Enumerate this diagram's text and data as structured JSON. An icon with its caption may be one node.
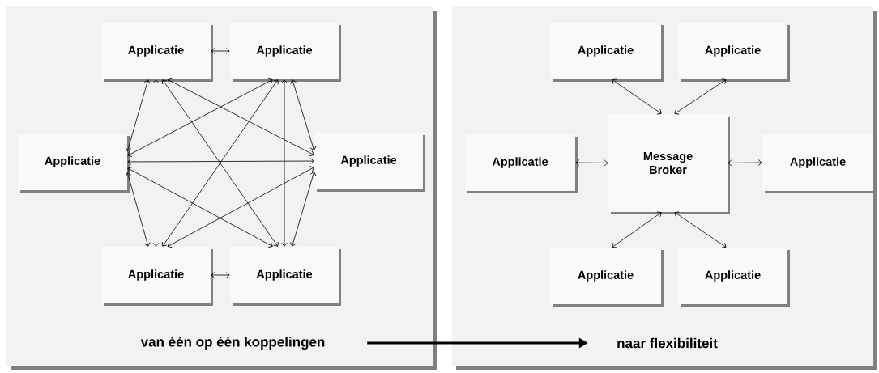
{
  "diagram": {
    "nodes": [
      {
        "text": [],
        "shape": "box"
      },
      {
        "text": [
          "Applicatie"
        ],
        "in": 0
      },
      {
        "text": [
          "Applicatie"
        ],
        "in": 0
      },
      {
        "text": [
          "Applicatie"
        ],
        "in": 0
      },
      {
        "text": [
          "Applicatie"
        ],
        "in": 0
      },
      {
        "text": [
          "Applicatie"
        ],
        "in": 0
      },
      {
        "text": [
          "Applicatie"
        ],
        "in": 0
      },
      {
        "text": [
          "van één op één koppelingen"
        ],
        "in": 0
      },
      {
        "text": [],
        "shape": "box"
      },
      {
        "text": [
          "Applicatie"
        ],
        "in": 8
      },
      {
        "text": [
          "Applicatie"
        ],
        "in": 8
      },
      {
        "text": [
          "Applicatie"
        ],
        "in": 8
      },
      {
        "text": [
          "Message Broker"
        ],
        "in": 8
      },
      {
        "text": [
          "Applicatie"
        ],
        "in": 8
      },
      {
        "text": [
          "Applicatie"
        ],
        "in": 8
      },
      {
        "text": [
          "Applicatie"
        ],
        "in": 8
      },
      {
        "text": [
          "naar flexibiliteit"
        ],
        "in": 8
      }
    ],
    "edges": [
      {
        "from": 1,
        "to": 2,
        "arrow": "both"
      },
      {
        "from": 1,
        "to": 3,
        "arrow": "both"
      },
      {
        "from": 1,
        "to": 4,
        "arrow": "both"
      },
      {
        "from": 1,
        "to": 5,
        "arrow": "both"
      },
      {
        "from": 1,
        "to": 6,
        "arrow": "both"
      },
      {
        "from": 2,
        "to": 3,
        "arrow": "both"
      },
      {
        "from": 2,
        "to": 4,
        "arrow": "both"
      },
      {
        "from": 2,
        "to": 5,
        "arrow": "both"
      },
      {
        "from": 2,
        "to": 6,
        "arrow": "both"
      },
      {
        "from": 3,
        "to": 4,
        "arrow": "both"
      },
      {
        "from": 3,
        "to": 5,
        "arrow": "both"
      },
      {
        "from": 3,
        "to": 6,
        "arrow": "both"
      },
      {
        "from": 4,
        "to": 5,
        "arrow": "both"
      },
      {
        "from": 4,
        "to": 6,
        "arrow": "both"
      },
      {
        "from": 5,
        "to": 6,
        "arrow": "both"
      },
      {
        "from": 9,
        "to": 12,
        "arrow": "both"
      },
      {
        "from": 10,
        "to": 12,
        "arrow": "both"
      },
      {
        "from": 11,
        "to": 12,
        "arrow": "both"
      },
      {
        "from": 12,
        "to": 13,
        "arrow": "both"
      },
      {
        "from": 12,
        "to": 14,
        "arrow": "both"
      },
      {
        "from": 12,
        "to": 15,
        "arrow": "both"
      },
      {
        "from": 7,
        "to": 16,
        "arrow": "to",
        "style": "thick"
      }
    ]
  }
}
